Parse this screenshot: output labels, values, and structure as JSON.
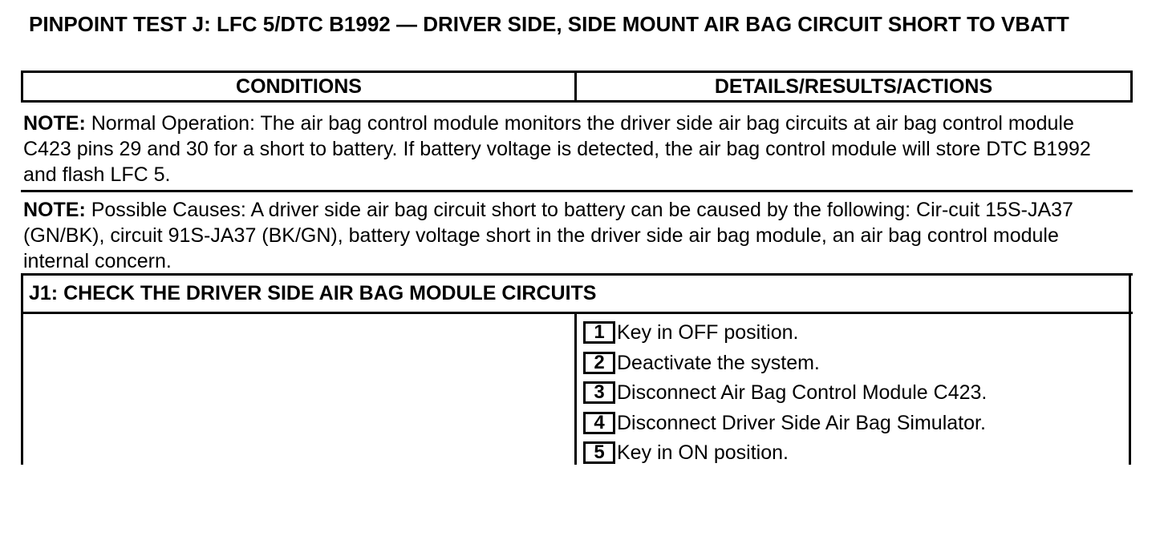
{
  "title": "PINPOINT TEST J: LFC 5/DTC B1992 — DRIVER SIDE, SIDE MOUNT AIR BAG CIRCUIT SHORT TO VBATT",
  "table": {
    "headers": [
      "CONDITIONS",
      "DETAILS/RESULTS/ACTIONS"
    ],
    "notes": [
      {
        "label": "NOTE:",
        "text": " Normal Operation: The air bag control module monitors the driver side air bag circuits at air bag control module C423 pins 29 and 30 for a short to battery. If battery voltage is detected, the air bag control module will store DTC B1992 and flash LFC 5."
      },
      {
        "label": "NOTE:",
        "text": " Possible Causes: A driver side air bag circuit short to battery can be caused by the following: Cir-cuit 15S-JA37 (GN/BK), circuit 91S-JA37 (BK/GN), battery voltage short in the driver side air bag module, an air bag control module internal concern."
      }
    ],
    "step_title": "J1: CHECK THE DRIVER SIDE AIR BAG MODULE CIRCUITS",
    "steps": [
      {
        "num": "1",
        "text": "Key in OFF position."
      },
      {
        "num": "2",
        "text": "Deactivate the system."
      },
      {
        "num": "3",
        "text": "Disconnect Air Bag Control Module C423."
      },
      {
        "num": "4",
        "text": "Disconnect Driver Side Air Bag Simulator."
      },
      {
        "num": "5",
        "text": "Key in ON position."
      }
    ]
  }
}
